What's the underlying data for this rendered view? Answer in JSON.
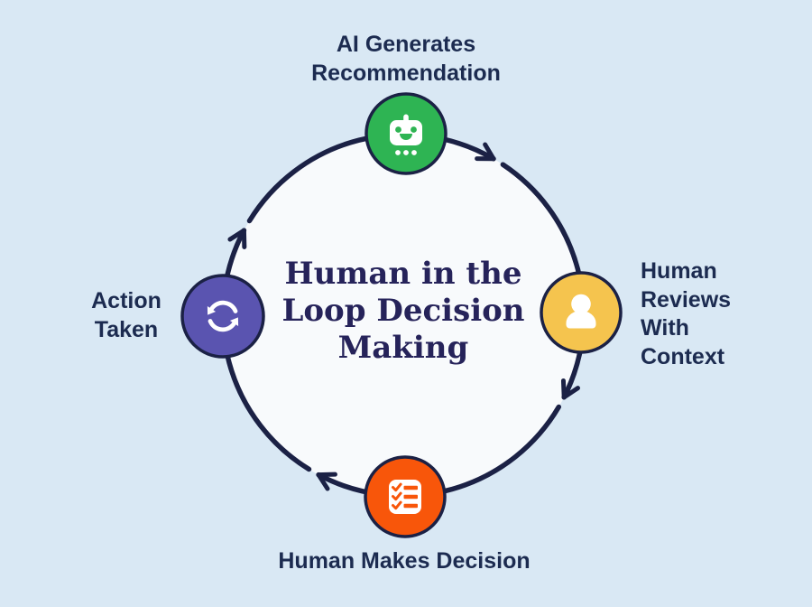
{
  "title": {
    "full": "Human in the Loop Decision Making",
    "lines": [
      "Human in the",
      "Loop Decision",
      "Making"
    ]
  },
  "labels": {
    "top": {
      "lines": [
        "AI Generates",
        "Recommendation"
      ]
    },
    "right": {
      "lines": [
        "Human",
        "Reviews",
        "With",
        "Context"
      ]
    },
    "bottom": {
      "lines": [
        "Human Makes Decision"
      ]
    },
    "left": {
      "lines": [
        "Action",
        "Taken"
      ]
    }
  },
  "nodes": [
    {
      "position": "top",
      "label": "AI Generates Recommendation",
      "icon": "robot-icon",
      "color": "#2eb453"
    },
    {
      "position": "right",
      "label": "Human Reviews With Context",
      "icon": "person-icon",
      "color": "#f5c44e"
    },
    {
      "position": "bottom",
      "label": "Human Makes Decision",
      "icon": "checklist-icon",
      "color": "#f8560a"
    },
    {
      "position": "left",
      "label": "Action Taken",
      "icon": "sync-icon",
      "color": "#5a54b0"
    }
  ],
  "flow": {
    "direction": "clockwise",
    "arrow_count": 4
  },
  "colors": {
    "background": "#d9e8f4",
    "inner_circle": "#f8fafc",
    "outline_navy": "#1b2145",
    "label_text": "#1c2b50",
    "title_text": "#26235a",
    "node_green": "#2eb453",
    "node_yellow": "#f5c44e",
    "node_orange": "#f8560a",
    "node_purple": "#5a54b0"
  }
}
